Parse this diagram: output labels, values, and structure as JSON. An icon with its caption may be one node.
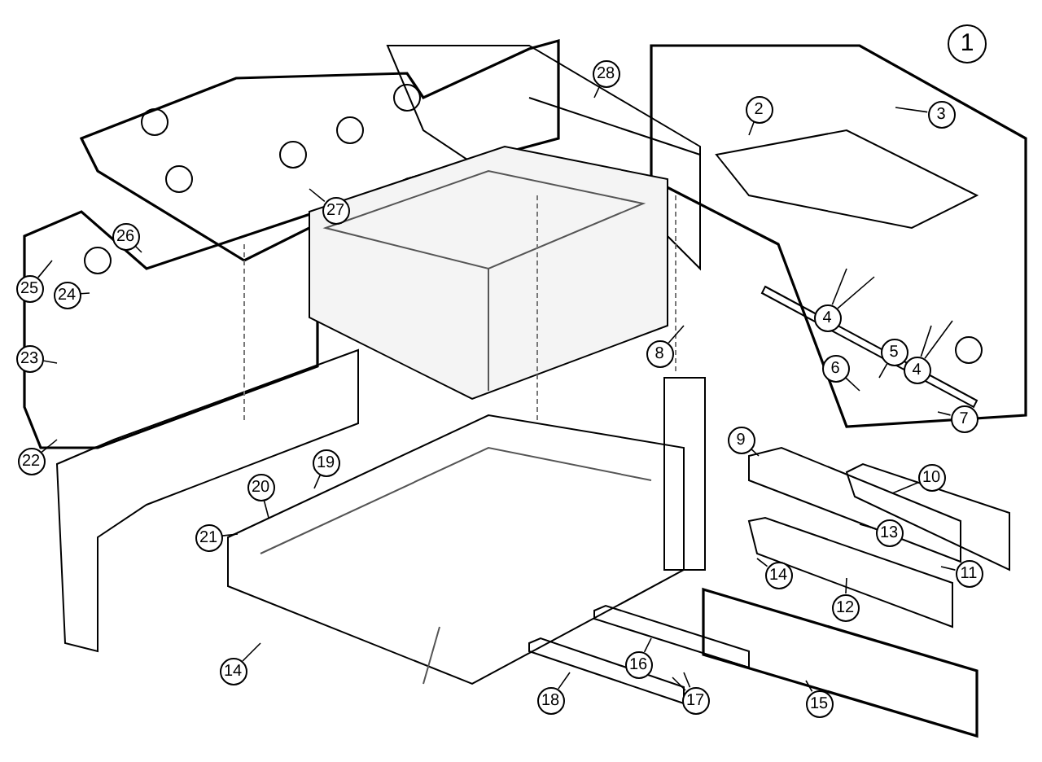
{
  "diagram": {
    "nodes": [
      {
        "text": [
          "2"
        ]
      },
      {
        "text": [
          "3"
        ]
      },
      {
        "text": [
          "4"
        ]
      },
      {
        "text": [
          "4"
        ]
      },
      {
        "text": [
          "5"
        ]
      },
      {
        "text": [
          "6"
        ]
      },
      {
        "text": [
          "7"
        ]
      },
      {
        "text": [
          "8"
        ]
      },
      {
        "text": [
          "9"
        ]
      },
      {
        "text": [
          "10"
        ]
      },
      {
        "text": [
          "11"
        ]
      },
      {
        "text": [
          "12"
        ]
      },
      {
        "text": [
          "13"
        ]
      },
      {
        "text": [
          "14"
        ]
      },
      {
        "text": [
          "14"
        ]
      },
      {
        "text": [
          "15"
        ]
      },
      {
        "text": [
          "16"
        ]
      },
      {
        "text": [
          "17"
        ]
      },
      {
        "text": [
          "18"
        ]
      },
      {
        "text": [
          "19"
        ]
      },
      {
        "text": [
          "20"
        ]
      },
      {
        "text": [
          "21"
        ]
      },
      {
        "text": [
          "22"
        ]
      },
      {
        "text": [
          "23"
        ]
      },
      {
        "text": [
          "24"
        ]
      },
      {
        "text": [
          "25"
        ]
      },
      {
        "text": [
          "26"
        ]
      },
      {
        "text": [
          "27"
        ]
      },
      {
        "text": [
          "28"
        ]
      }
    ],
    "edges": [
      {
        "from": 0,
        "to": null,
        "arrow": "none"
      },
      {
        "from": 1,
        "to": null,
        "arrow": "none"
      },
      {
        "from": 2,
        "to": null,
        "arrow": "none"
      },
      {
        "from": 2,
        "to": null,
        "arrow": "none"
      },
      {
        "from": 3,
        "to": null,
        "arrow": "none"
      },
      {
        "from": 3,
        "to": null,
        "arrow": "none"
      },
      {
        "from": 4,
        "to": null,
        "arrow": "none"
      },
      {
        "from": 5,
        "to": null,
        "arrow": "none"
      },
      {
        "from": 6,
        "to": null,
        "arrow": "none"
      },
      {
        "from": 7,
        "to": null,
        "arrow": "none"
      },
      {
        "from": 8,
        "to": null,
        "arrow": "none"
      },
      {
        "from": 9,
        "to": null,
        "arrow": "none"
      },
      {
        "from": 10,
        "to": null,
        "arrow": "none"
      },
      {
        "from": 11,
        "to": null,
        "arrow": "none"
      },
      {
        "from": 12,
        "to": null,
        "arrow": "none"
      },
      {
        "from": 13,
        "to": null,
        "arrow": "none"
      },
      {
        "from": 14,
        "to": null,
        "arrow": "none"
      },
      {
        "from": 15,
        "to": null,
        "arrow": "none"
      },
      {
        "from": 16,
        "to": null,
        "arrow": "none"
      },
      {
        "from": 17,
        "to": null,
        "arrow": "none"
      },
      {
        "from": 17,
        "to": null,
        "arrow": "none"
      },
      {
        "from": 18,
        "to": null,
        "arrow": "none"
      },
      {
        "from": 19,
        "to": null,
        "arrow": "none"
      },
      {
        "from": 20,
        "to": null,
        "arrow": "none"
      },
      {
        "from": 21,
        "to": null,
        "arrow": "none"
      },
      {
        "from": 22,
        "to": null,
        "arrow": "none"
      },
      {
        "from": 23,
        "to": null,
        "arrow": "none"
      },
      {
        "from": 24,
        "to": null,
        "arrow": "none"
      },
      {
        "from": 25,
        "to": null,
        "arrow": "none"
      },
      {
        "from": 26,
        "to": null,
        "arrow": "none"
      },
      {
        "from": 27,
        "to": null,
        "arrow": "none"
      },
      {
        "from": 28,
        "to": null,
        "arrow": "none"
      }
    ],
    "labels": [
      "1"
    ]
  }
}
